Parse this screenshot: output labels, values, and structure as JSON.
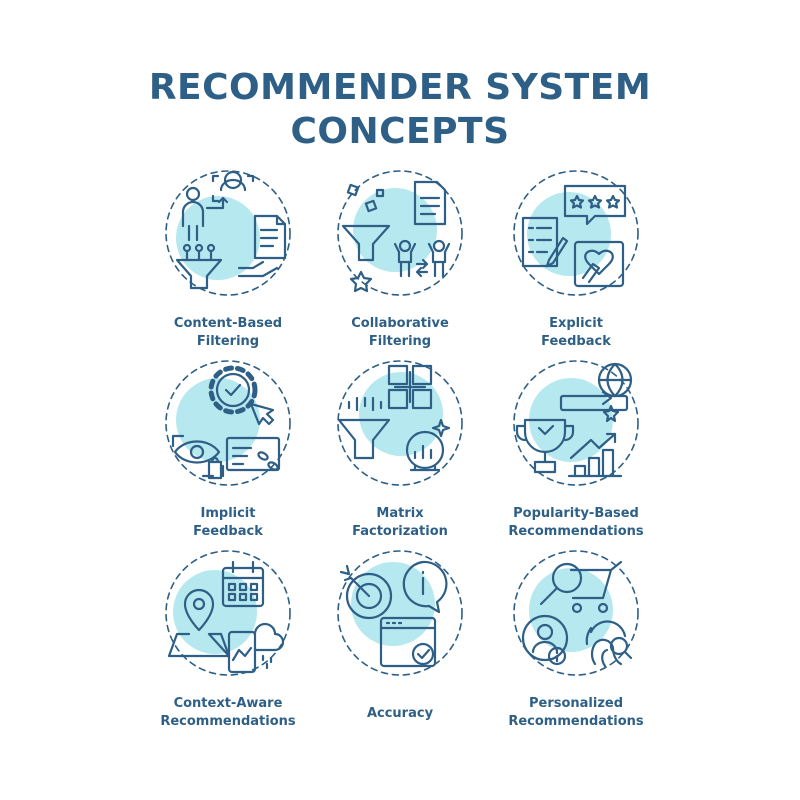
{
  "title": {
    "line1": "RECOMMENDER SYSTEM",
    "line2": "CONCEPTS"
  },
  "colors": {
    "ink": "#2e5f86",
    "fill": "#b6e8ef"
  },
  "items": [
    {
      "line1": "Content-Based",
      "line2": "Filtering",
      "icon": "content-based-filtering-icon"
    },
    {
      "line1": "Collaborative",
      "line2": "Filtering",
      "icon": "collaborative-filtering-icon"
    },
    {
      "line1": "Explicit",
      "line2": "Feedback",
      "icon": "explicit-feedback-icon"
    },
    {
      "line1": "Implicit",
      "line2": "Feedback",
      "icon": "implicit-feedback-icon"
    },
    {
      "line1": "Matrix",
      "line2": "Factorization",
      "icon": "matrix-factorization-icon"
    },
    {
      "line1": "Popularity-Based",
      "line2": "Recommendations",
      "icon": "popularity-based-icon"
    },
    {
      "line1": "Context-Aware",
      "line2": "Recommendations",
      "icon": "context-aware-icon"
    },
    {
      "line1": "Accuracy",
      "line2": "",
      "icon": "accuracy-icon"
    },
    {
      "line1": "Personalized",
      "line2": "Recommendations",
      "icon": "personalized-icon"
    }
  ]
}
